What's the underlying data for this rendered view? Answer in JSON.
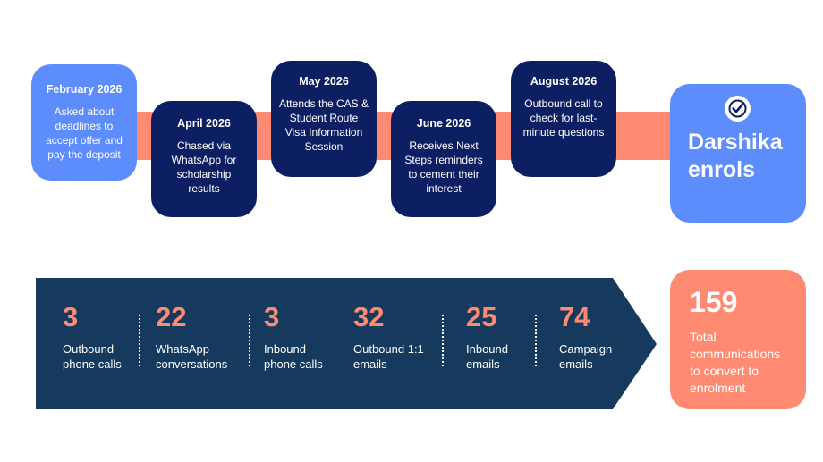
{
  "timeline": [
    {
      "date": "February 2026",
      "desc": "Asked  about deadlines to accept offer and pay the deposit"
    },
    {
      "date": "April 2026",
      "desc": "Chased via WhatsApp for scholarship results"
    },
    {
      "date": "May 2026",
      "desc": "Attends the CAS & Student Route Visa Information Session"
    },
    {
      "date": "June 2026",
      "desc": "Receives Next Steps reminders to cement their interest"
    },
    {
      "date": "August 2026",
      "desc": "Outbound call to check for last-minute questions"
    }
  ],
  "outcome": {
    "line1": "Darshika",
    "line2": "enrols",
    "icon": "checkmark-circle-icon"
  },
  "stats": [
    {
      "value": "3",
      "label1": "Outbound",
      "label2": "phone calls"
    },
    {
      "value": "22",
      "label1": "WhatsApp",
      "label2": "conversations"
    },
    {
      "value": "3",
      "label1": "Inbound",
      "label2": "phone calls"
    },
    {
      "value": "32",
      "label1": "Outbound 1:1",
      "label2": "emails"
    },
    {
      "value": "25",
      "label1": "Inbound",
      "label2": "emails"
    },
    {
      "value": "74",
      "label1": "Campaign",
      "label2": "emails"
    }
  ],
  "total": {
    "value": "159",
    "label1": "Total",
    "label2": "communications",
    "label3": "to convert to",
    "label4": "enrolment"
  },
  "colors": {
    "light_blue": "#5d8dfd",
    "navy": "#0d1f63",
    "coral": "#fe8b71",
    "arrow": "#153a5e"
  }
}
